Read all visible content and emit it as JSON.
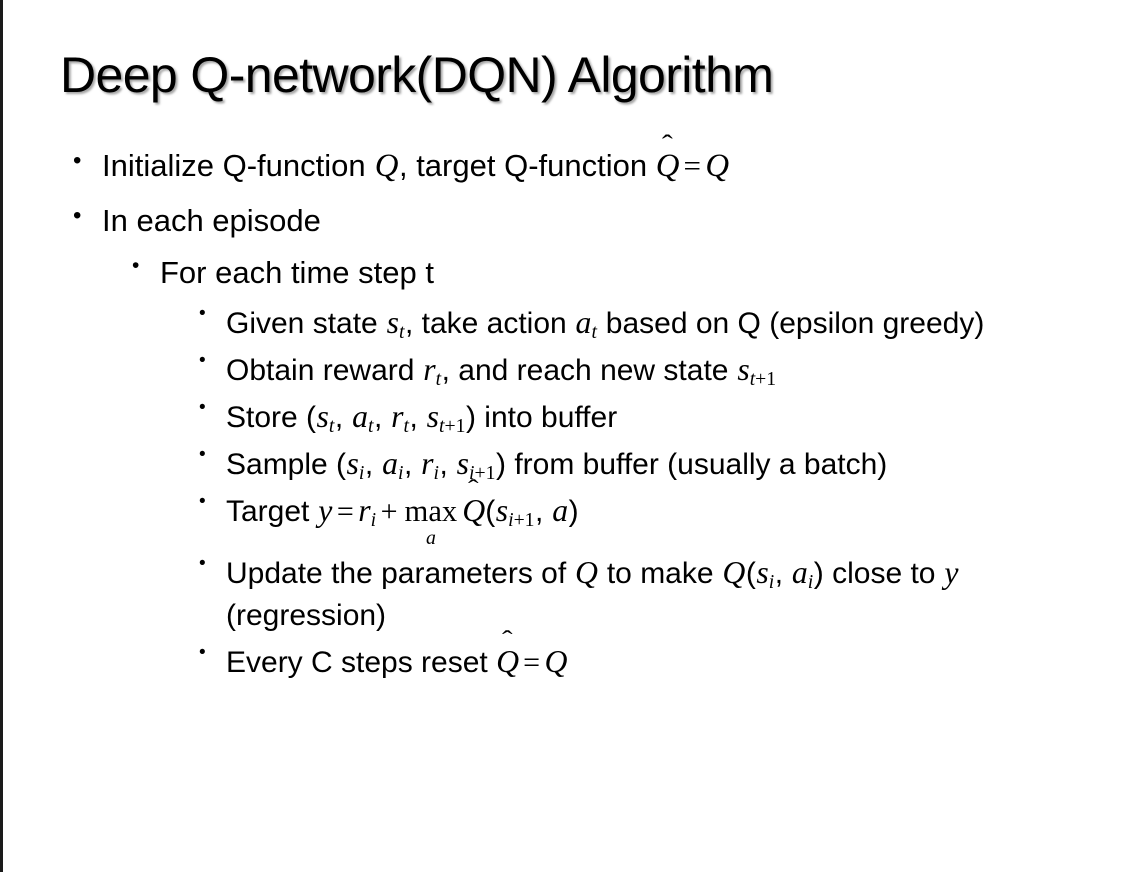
{
  "slide": {
    "title": "Deep Q-network(DQN) Algorithm",
    "background_color": "#ffffff",
    "text_color": "#000000",
    "border_color": "#1a1a1a",
    "bullet_glyph": "•"
  },
  "content": {
    "level1": [
      {
        "id": "initialize",
        "parts": [
          {
            "t": "text",
            "v": "Initialize Q-function "
          },
          {
            "t": "mi",
            "v": "Q"
          },
          {
            "t": "text",
            "v": ", target Q-function "
          },
          {
            "t": "qhat",
            "v": "Q"
          },
          {
            "t": "mo",
            "v": "="
          },
          {
            "t": "mi",
            "v": "Q"
          }
        ],
        "plain": "Initialize Q-function Q, target Q-function Q̂ = Q"
      },
      {
        "id": "in-each-episode",
        "parts": [
          {
            "t": "text",
            "v": "In each episode"
          }
        ],
        "plain": "In each episode"
      }
    ],
    "level2": [
      {
        "id": "for-each-time-step",
        "parts": [
          {
            "t": "text",
            "v": "For each time step t"
          }
        ],
        "plain": "For each time step t"
      }
    ],
    "level3": [
      {
        "id": "given-state",
        "parts": [
          {
            "t": "text",
            "v": "Given state "
          },
          {
            "t": "mi",
            "v": "s",
            "sub": "t"
          },
          {
            "t": "text",
            "v": ", take action "
          },
          {
            "t": "mi",
            "v": "a",
            "sub": "t"
          },
          {
            "t": "text",
            "v": " based on Q (epsilon greedy)"
          }
        ],
        "plain": "Given state s_t, take action a_t based on Q (epsilon greedy)"
      },
      {
        "id": "obtain-reward",
        "parts": [
          {
            "t": "text",
            "v": "Obtain reward "
          },
          {
            "t": "mi",
            "v": "r",
            "sub": "t"
          },
          {
            "t": "text",
            "v": ", and reach new state "
          },
          {
            "t": "mi",
            "v": "s",
            "sub": "t+1"
          }
        ],
        "plain": "Obtain reward r_t, and reach new state s_{t+1}"
      },
      {
        "id": "store-buffer",
        "parts": [
          {
            "t": "text",
            "v": "Store ("
          },
          {
            "t": "mi",
            "v": "s",
            "sub": "t"
          },
          {
            "t": "text",
            "v": ", "
          },
          {
            "t": "mi",
            "v": "a",
            "sub": "t"
          },
          {
            "t": "text",
            "v": ", "
          },
          {
            "t": "mi",
            "v": "r",
            "sub": "t"
          },
          {
            "t": "text",
            "v": ", "
          },
          {
            "t": "mi",
            "v": "s",
            "sub": "t+1"
          },
          {
            "t": "text",
            "v": ") into buffer"
          }
        ],
        "plain": "Store (s_t, a_t, r_t, s_{t+1}) into buffer"
      },
      {
        "id": "sample-buffer",
        "parts": [
          {
            "t": "text",
            "v": "Sample ("
          },
          {
            "t": "mi",
            "v": "s",
            "sub": "i"
          },
          {
            "t": "text",
            "v": ", "
          },
          {
            "t": "mi",
            "v": "a",
            "sub": "i"
          },
          {
            "t": "text",
            "v": ", "
          },
          {
            "t": "mi",
            "v": "r",
            "sub": "i"
          },
          {
            "t": "text",
            "v": ", "
          },
          {
            "t": "mi",
            "v": "s",
            "sub": "i+1"
          },
          {
            "t": "text",
            "v": ") from buffer (usually a batch)"
          }
        ],
        "plain": "Sample (s_i, a_i, r_i, s_{i+1}) from buffer (usually a batch)"
      },
      {
        "id": "target",
        "parts": [
          {
            "t": "text",
            "v": "Target "
          },
          {
            "t": "mi",
            "v": "y"
          },
          {
            "t": "mo",
            "v": "="
          },
          {
            "t": "mi",
            "v": "r",
            "sub": "i"
          },
          {
            "t": "mo",
            "v": "+"
          },
          {
            "t": "maxop",
            "op": "max",
            "lim": "a"
          },
          {
            "t": "qhat",
            "v": "Q"
          },
          {
            "t": "text",
            "v": "("
          },
          {
            "t": "mi",
            "v": "s",
            "sub": "i+1"
          },
          {
            "t": "text",
            "v": ", "
          },
          {
            "t": "mi",
            "v": "a"
          },
          {
            "t": "text",
            "v": ")"
          }
        ],
        "plain": "Target y = r_i + max_a Q̂(s_{i+1}, a)"
      },
      {
        "id": "update-parameters",
        "parts": [
          {
            "t": "text",
            "v": "Update the parameters of "
          },
          {
            "t": "mi",
            "v": "Q"
          },
          {
            "t": "text",
            "v": " to make "
          },
          {
            "t": "mi",
            "v": "Q"
          },
          {
            "t": "text",
            "v": "("
          },
          {
            "t": "mi",
            "v": "s",
            "sub": "i"
          },
          {
            "t": "text",
            "v": ", "
          },
          {
            "t": "mi",
            "v": "a",
            "sub": "i"
          },
          {
            "t": "text",
            "v": ") close to "
          },
          {
            "t": "mi",
            "v": "y"
          },
          {
            "t": "text",
            "v": " (regression)"
          }
        ],
        "plain": "Update the parameters of Q to make Q(s_i, a_i) close to y (regression)"
      },
      {
        "id": "reset-target",
        "parts": [
          {
            "t": "text",
            "v": "Every C steps reset "
          },
          {
            "t": "qhat",
            "v": "Q"
          },
          {
            "t": "mo",
            "v": "="
          },
          {
            "t": "mi",
            "v": "Q"
          }
        ],
        "plain": "Every C steps reset Q̂ = Q"
      }
    ]
  }
}
